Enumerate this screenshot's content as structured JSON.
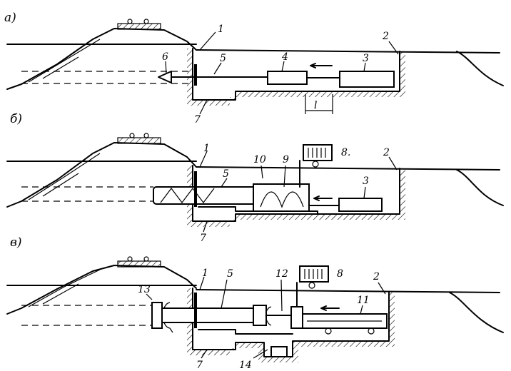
{
  "panels": [
    {
      "label": "а)",
      "parts": [
        "1",
        "2",
        "3",
        "4",
        "5",
        "6",
        "7"
      ],
      "dimension": "l"
    },
    {
      "label": "б)",
      "parts": [
        "1",
        "2",
        "3",
        "5",
        "7",
        "8.",
        "9",
        "10"
      ]
    },
    {
      "label": "в)",
      "parts": [
        "1",
        "2",
        "5",
        "7",
        "8",
        "11",
        "12",
        "13",
        "14"
      ]
    }
  ]
}
